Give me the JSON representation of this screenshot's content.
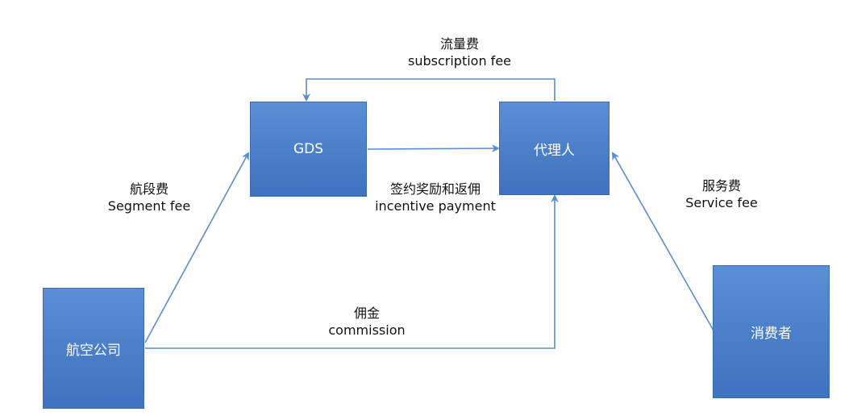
{
  "nodes": {
    "gds": "GDS",
    "agent": "代理人",
    "airline": "航空公司",
    "consumer": "消费者"
  },
  "edges": {
    "subscription": {
      "zh": "流量费",
      "en": "subscription fee"
    },
    "segment": {
      "zh": "航段费",
      "en": "Segment fee"
    },
    "incentive": {
      "zh": "签约奖励和返佣",
      "en": "incentive payment"
    },
    "service": {
      "zh": "服务费",
      "en": "Service fee"
    },
    "commission": {
      "zh": "佣金",
      "en": "commission"
    }
  },
  "colors": {
    "node_fill": "#4a7fc8",
    "arrow": "#5a8cd0"
  }
}
